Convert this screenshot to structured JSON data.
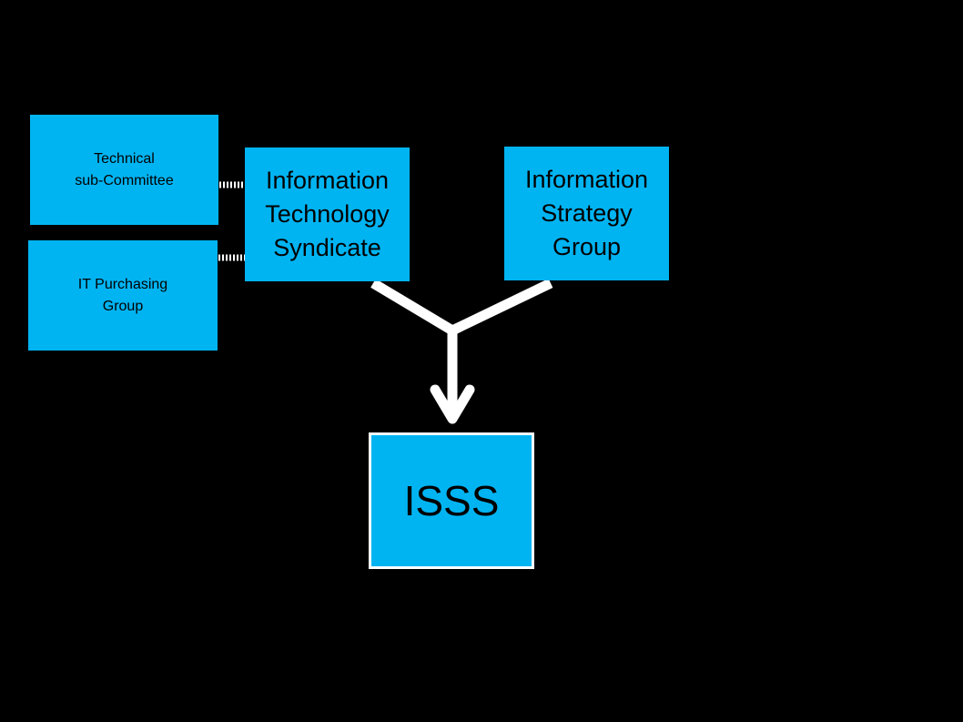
{
  "diagram": {
    "nodes": {
      "technical_subcommittee": "Technical\nsub-Committee",
      "it_purchasing_group": "IT Purchasing\nGroup",
      "it_syndicate": "Information\nTechnology\nSyndicate",
      "info_strategy_group": "Information\nStrategy\nGroup",
      "isss": "ISSS"
    },
    "edges": [
      {
        "from": "technical_subcommittee",
        "to": "it_syndicate",
        "style": "dotted"
      },
      {
        "from": "it_purchasing_group",
        "to": "it_syndicate",
        "style": "dotted"
      },
      {
        "from": "it_syndicate",
        "to": "isss",
        "style": "arrow-merge"
      },
      {
        "from": "info_strategy_group",
        "to": "isss",
        "style": "arrow-merge"
      }
    ],
    "colors": {
      "background": "#000000",
      "box_fill": "#00b4f2",
      "connector": "#ffffff"
    }
  }
}
